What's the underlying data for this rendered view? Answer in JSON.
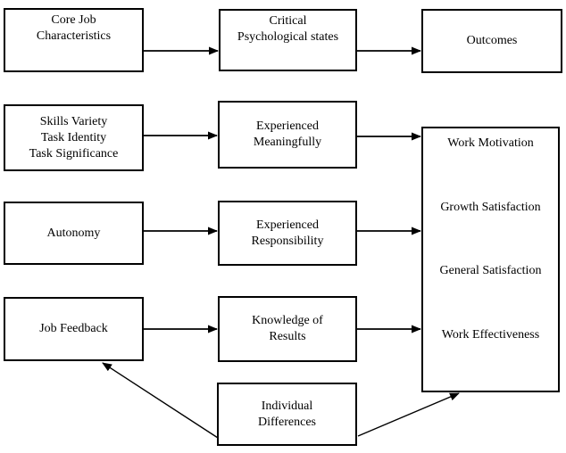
{
  "colors": {
    "line": "#000000",
    "text": "#000000",
    "background": "#ffffff"
  },
  "boxes": {
    "core_job": {
      "lines": [
        "Core Job",
        "Characteristics"
      ]
    },
    "critical_states": {
      "lines": [
        "Critical",
        "Psychological states"
      ]
    },
    "outcomes": {
      "lines": [
        "Outcomes"
      ]
    },
    "skills": {
      "lines": [
        "Skills Variety",
        "Task Identity",
        "Task Significance"
      ]
    },
    "experienced_meaningfully": {
      "lines": [
        "Experienced",
        "Meaningfully"
      ]
    },
    "autonomy": {
      "lines": [
        "Autonomy"
      ]
    },
    "experienced_responsibility": {
      "lines": [
        "Experienced",
        "Responsibility"
      ]
    },
    "job_feedback": {
      "lines": [
        "Job Feedback"
      ]
    },
    "knowledge_of_results": {
      "lines": [
        "Knowledge of",
        "Results"
      ]
    },
    "individual_differences": {
      "lines": [
        "Individual",
        "Differences"
      ]
    },
    "outcomes_detail": {
      "items": [
        "Work Motivation",
        "Growth Satisfaction",
        "General Satisfaction",
        "Work Effectiveness"
      ]
    }
  },
  "edges": [
    {
      "from": "core_job",
      "to": "critical_states"
    },
    {
      "from": "critical_states",
      "to": "outcomes"
    },
    {
      "from": "skills",
      "to": "experienced_meaningfully"
    },
    {
      "from": "experienced_meaningfully",
      "to": "outcomes_detail"
    },
    {
      "from": "autonomy",
      "to": "experienced_responsibility"
    },
    {
      "from": "experienced_responsibility",
      "to": "outcomes_detail"
    },
    {
      "from": "job_feedback",
      "to": "knowledge_of_results"
    },
    {
      "from": "knowledge_of_results",
      "to": "outcomes_detail"
    },
    {
      "from": "individual_differences",
      "to": "job_feedback"
    },
    {
      "from": "individual_differences",
      "to": "outcomes_detail"
    }
  ]
}
